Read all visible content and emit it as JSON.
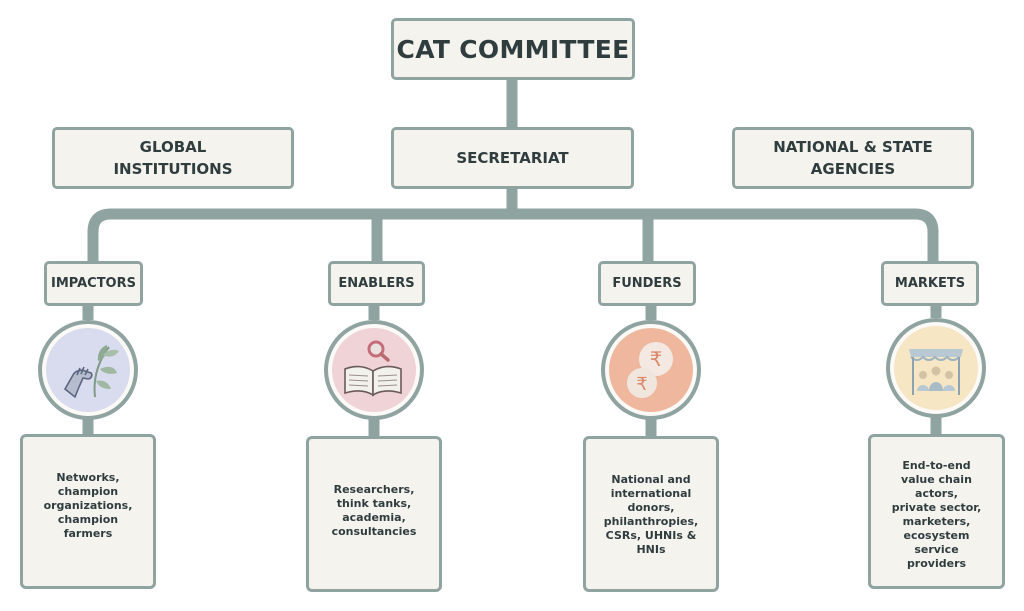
{
  "header": {
    "title": "CAT COMMITTEE"
  },
  "middle": {
    "left": {
      "line1": "GLOBAL",
      "line2": "INSTITUTIONS"
    },
    "center": {
      "label": "SECRETARIAT"
    },
    "right": {
      "line1": "NATIONAL & STATE",
      "line2": "AGENCIES"
    }
  },
  "categories": [
    {
      "label": "IMPACTORS",
      "icon": "plant-fist-icon",
      "color": "#d9dcef",
      "description": "Networks,\nchampion\norganizations,\nchampion\nfarmers"
    },
    {
      "label": "ENABLERS",
      "icon": "book-magnifier-icon",
      "color": "#efd3d6",
      "description": "Researchers,\nthink tanks,\nacademia,\nconsultancies"
    },
    {
      "label": "FUNDERS",
      "icon": "rupee-coins-icon",
      "color": "#efb89e",
      "description": "National and\ninternational\ndonors,\nphilanthropies,\nCSRs, UHNIs &\nHNIs"
    },
    {
      "label": "MARKETS",
      "icon": "market-stall-icon",
      "color": "#f6e6c4",
      "description": "End-to-end\nvalue chain\nactors,\nprivate sector,\nmarketers,\necosystem\nservice\nproviders"
    }
  ],
  "colors": {
    "connector": "#8fa3a1",
    "box_fill": "#f5f3ee",
    "text": "#2f3d3f"
  }
}
